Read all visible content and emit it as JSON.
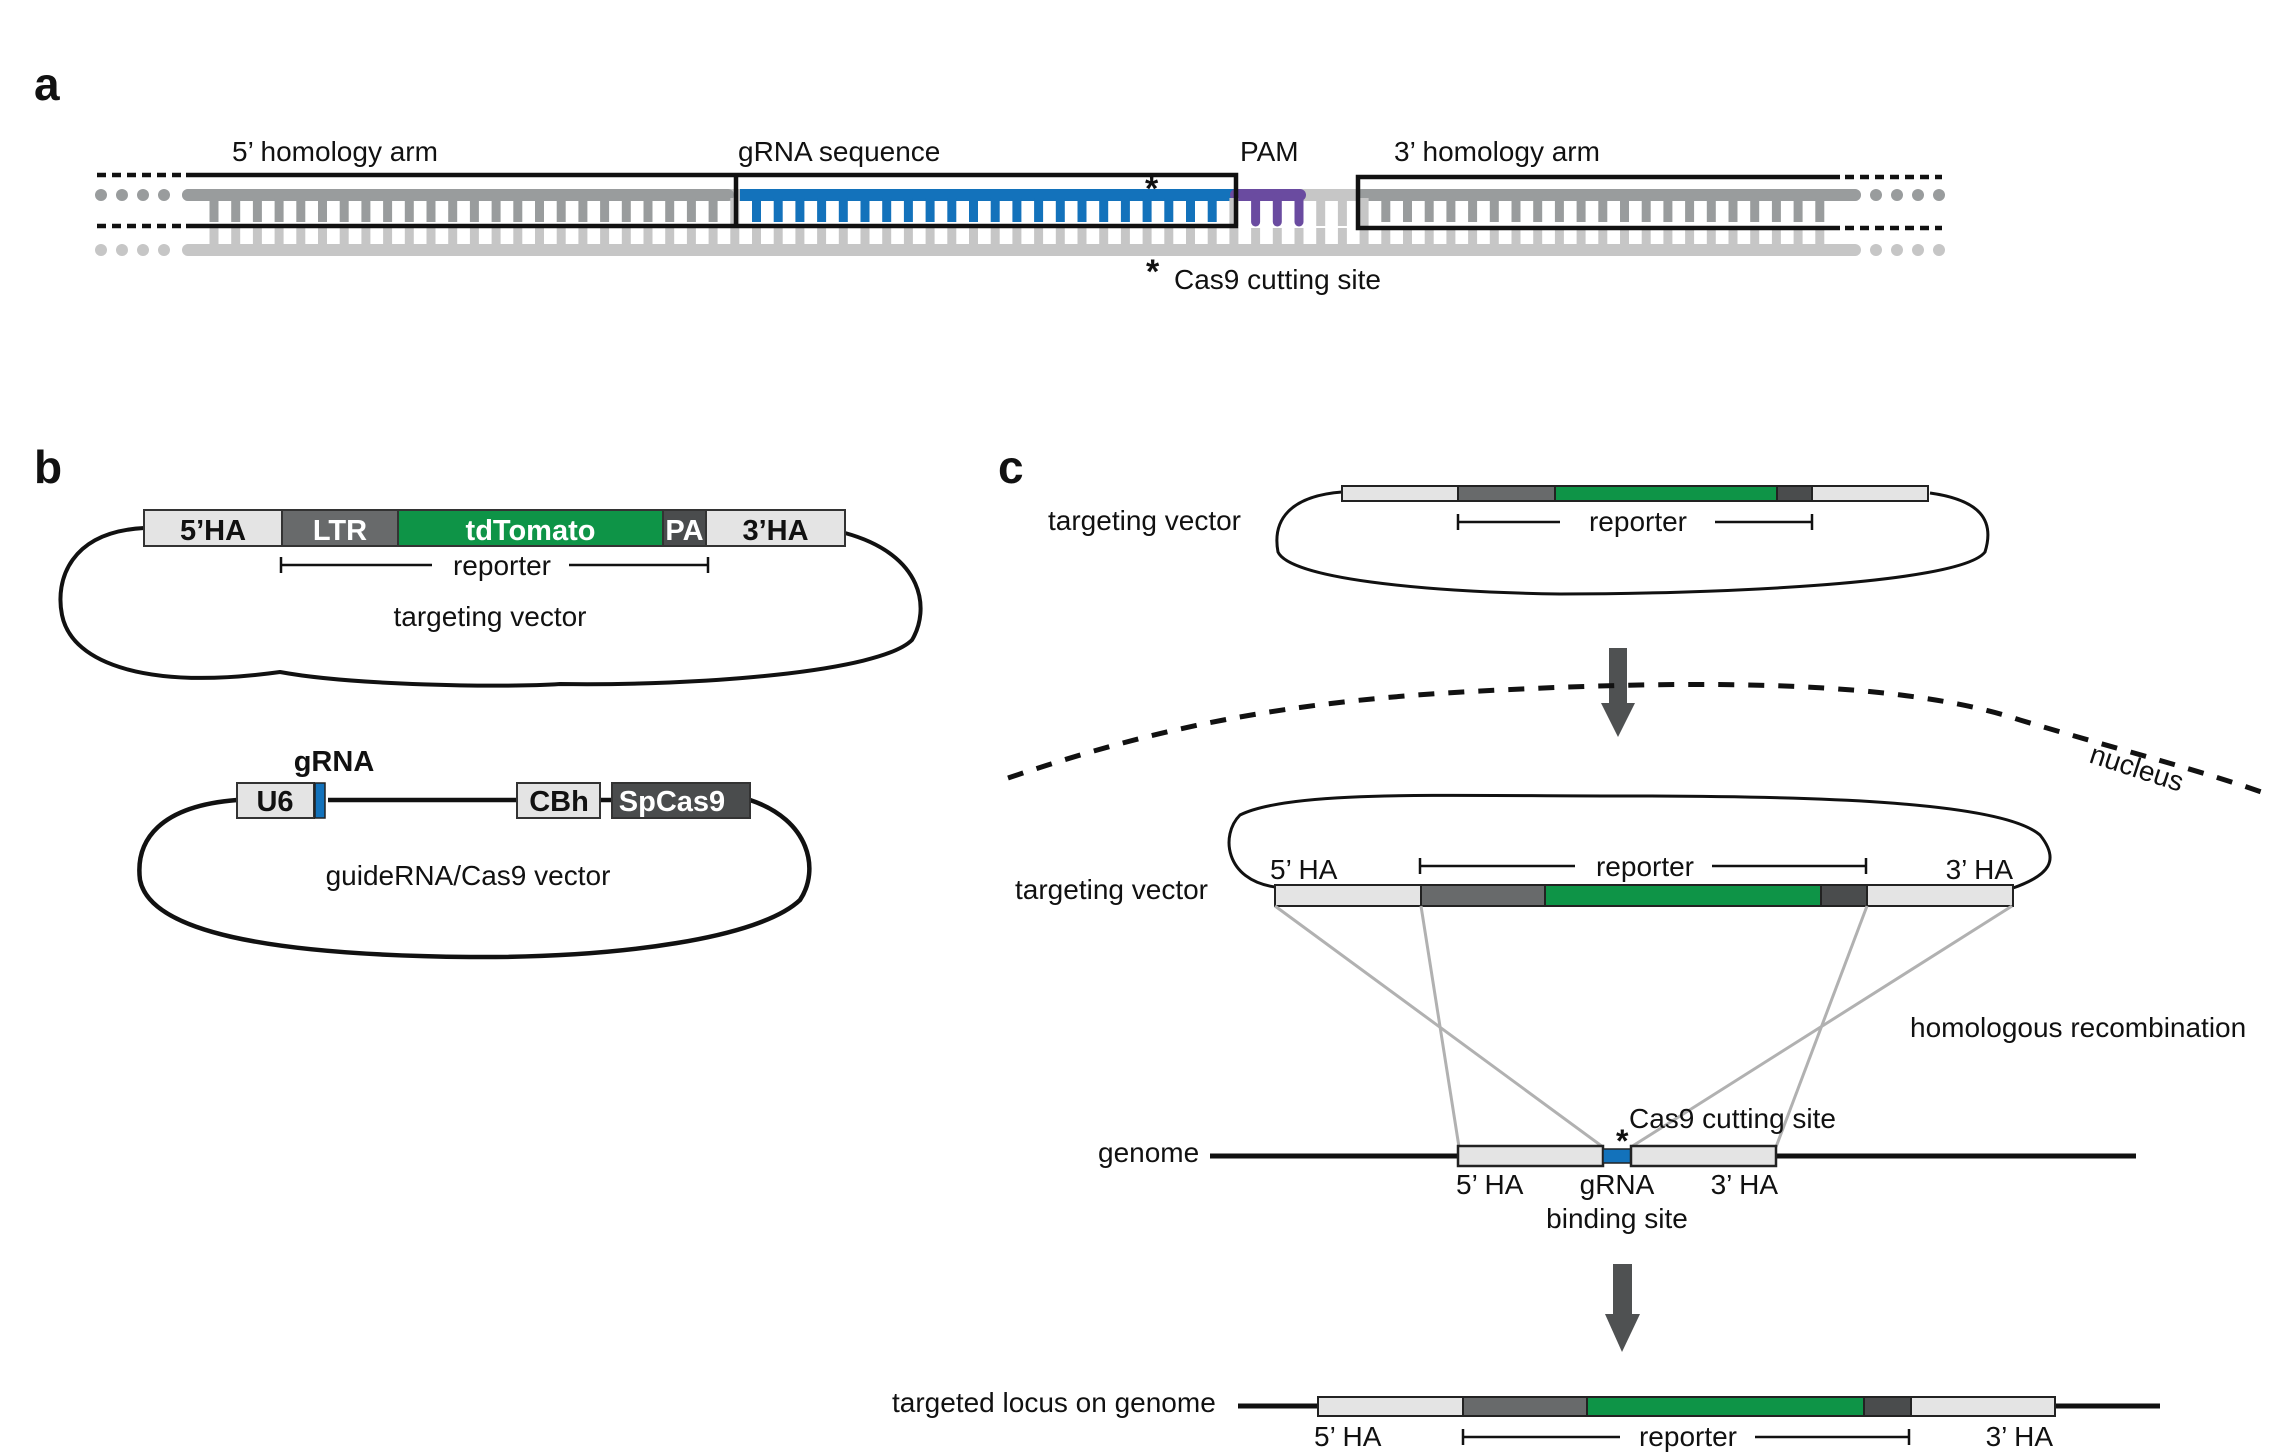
{
  "figure": {
    "panels": {
      "a": {
        "label": "a",
        "five_arm_label": "5’ homology arm",
        "grna_label": "gRNA sequence",
        "pam_label": "PAM",
        "three_arm_label": "3’ homology arm",
        "asterisk": "*",
        "cut_label": "Cas9 cutting site",
        "colors": {
          "strand_top": "#999c9d",
          "strand_bottom": "#c6c6c6",
          "grna": "#1372bb",
          "pam": "#6a4ba0",
          "outline": "#111111"
        }
      },
      "b": {
        "label": "b",
        "targeting_vector": {
          "segments": [
            {
              "name": "5’HA",
              "color": "#e4e4e4",
              "text_color": "#111111"
            },
            {
              "name": "LTR",
              "color": "#686a6b",
              "text_color": "#ffffff"
            },
            {
              "name": "tdTomato",
              "color": "#0e9447",
              "text_color": "#ffffff"
            },
            {
              "name": "PA",
              "color": "#4a4c4d",
              "text_color": "#ffffff"
            },
            {
              "name": "3’HA",
              "color": "#e4e4e4",
              "text_color": "#111111"
            }
          ],
          "reporter_label": "reporter",
          "title": "targeting vector"
        },
        "guide_vector": {
          "grna_label": "gRNA",
          "u6": "U6",
          "cbh": "CBh",
          "spcas9": "SpCas9",
          "title": "guideRNA/Cas9 vector",
          "colors": {
            "light": "#e4e4e4",
            "grna": "#1372bb",
            "dark": "#4a4c4d"
          }
        }
      },
      "c": {
        "label": "c",
        "top_vector_label": "targeting vector",
        "reporter_label": "reporter",
        "nucleus_label": "nucleus",
        "mid_vector_label": "targeting vector",
        "five_ha": "5’ HA",
        "three_ha": "3’ HA",
        "hr_label": "homologous recombination",
        "genome_label": "genome",
        "cut_label": "Cas9 cutting site",
        "asterisk": "*",
        "grna_line1": "gRNA",
        "grna_line2": "binding site",
        "locus_label": "targeted locus on genome",
        "colors": {
          "light": "#e4e4e4",
          "ltr": "#686a6b",
          "green": "#0e9447",
          "pa": "#4a4c4d",
          "grna": "#1372bb",
          "arrow": "#4f5152",
          "lines": "#b1b1b1"
        }
      }
    }
  }
}
